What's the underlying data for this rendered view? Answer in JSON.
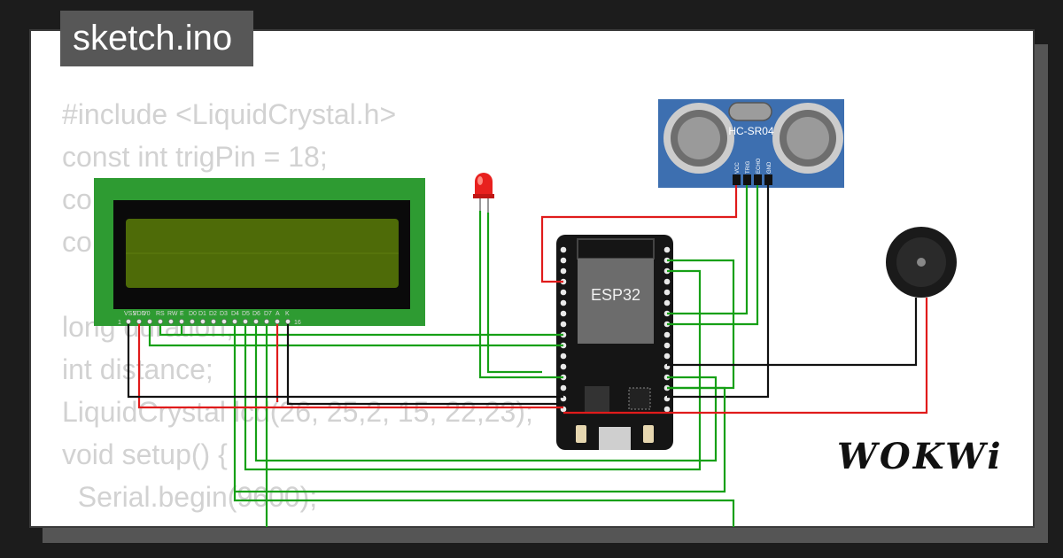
{
  "file_tab": {
    "label": "sketch.ino"
  },
  "code_lines": [
    "#include <LiquidCrystal.h>",
    "const int trigPin = 18;",
    "co",
    "co",
    "",
    "long duration;",
    "int distance;",
    "LiquidCrystal lcd(26, 25,2, 15, 22,23);",
    "void setup() {",
    "  Serial.begin(9600);"
  ],
  "lcd": {
    "pin_labels": [
      "VSS",
      "VDD",
      "V0",
      "RS",
      "RW",
      "E",
      "D0",
      "D1",
      "D2",
      "D3",
      "D4",
      "D5",
      "D6",
      "D7",
      "A",
      "K"
    ],
    "pin_first": "1",
    "pin_last": "16"
  },
  "esp32": {
    "label": "ESP32"
  },
  "ultrasonic": {
    "label": "HC-SR04",
    "pins": [
      "VCC",
      "TRIG",
      "ECHO",
      "GND"
    ]
  },
  "logo": {
    "text": "WOKWi"
  },
  "colors": {
    "wire_green": "#16a016",
    "wire_red": "#e01b1b",
    "wire_black": "#111111",
    "lcd_green": "#2e9b32",
    "lcd_screen": "#4e6b08",
    "sensor_blue": "#3d6fb0"
  }
}
